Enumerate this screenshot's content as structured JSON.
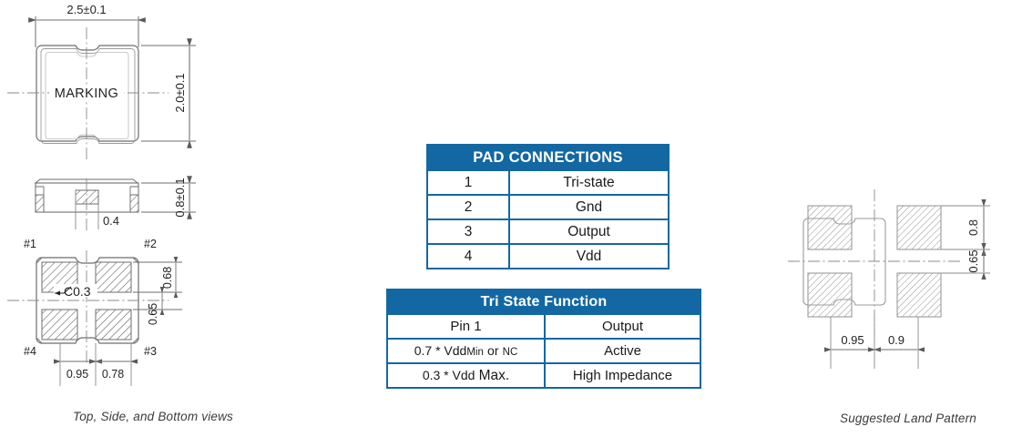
{
  "drawing": {
    "caption_left": "Top, Side, and  Bottom  views",
    "caption_right": "Suggested Land Pattern",
    "top_view": {
      "marking_label": "MARKING",
      "width_dim": "2.5±0.1",
      "height_dim": "2.0±0.1"
    },
    "side_view": {
      "center_pad_dim": "0.4",
      "height_dim": "0.8±0.1"
    },
    "bottom_view": {
      "pin_labels": [
        "#1",
        "#2",
        "#3",
        "#4"
      ],
      "chamfer_note": "C0.3",
      "dim_pad_height": "0.68",
      "dim_pad_gap": "0.65",
      "dim_pitch_outer": "0.95",
      "dim_pitch_inner": "0.78"
    },
    "land_pattern": {
      "dim_pad_height": "0.8",
      "dim_pad_gap": "0.65",
      "dim_pitch_outer": "0.95",
      "dim_pitch_inner": "0.9"
    }
  },
  "pad_connections": {
    "title": "PAD CONNECTIONS",
    "rows": [
      {
        "pin": "1",
        "function": "Tri-state"
      },
      {
        "pin": "2",
        "function": "Gnd"
      },
      {
        "pin": "3",
        "function": "Output"
      },
      {
        "pin": "4",
        "function": "Vdd"
      }
    ]
  },
  "tri_state": {
    "title": "Tri State Function",
    "header": {
      "left": "Pin 1",
      "right": "Output"
    },
    "rows": [
      {
        "cond_a": "0.7 * Vdd",
        "cond_small1": "Min",
        "cond_mid": "or",
        "cond_small2": "NC",
        "cond_b": "",
        "output": "Active"
      },
      {
        "cond_a": "0.3 * Vdd",
        "cond_small1": "",
        "cond_mid": "",
        "cond_small2": "",
        "cond_b": "Max.",
        "output": "High Impedance"
      }
    ]
  },
  "colors": {
    "table_header_blue": "#1368a3",
    "line_gray": "#6d6e71",
    "pad_gray": "#808285",
    "text_dark": "#231f20"
  }
}
